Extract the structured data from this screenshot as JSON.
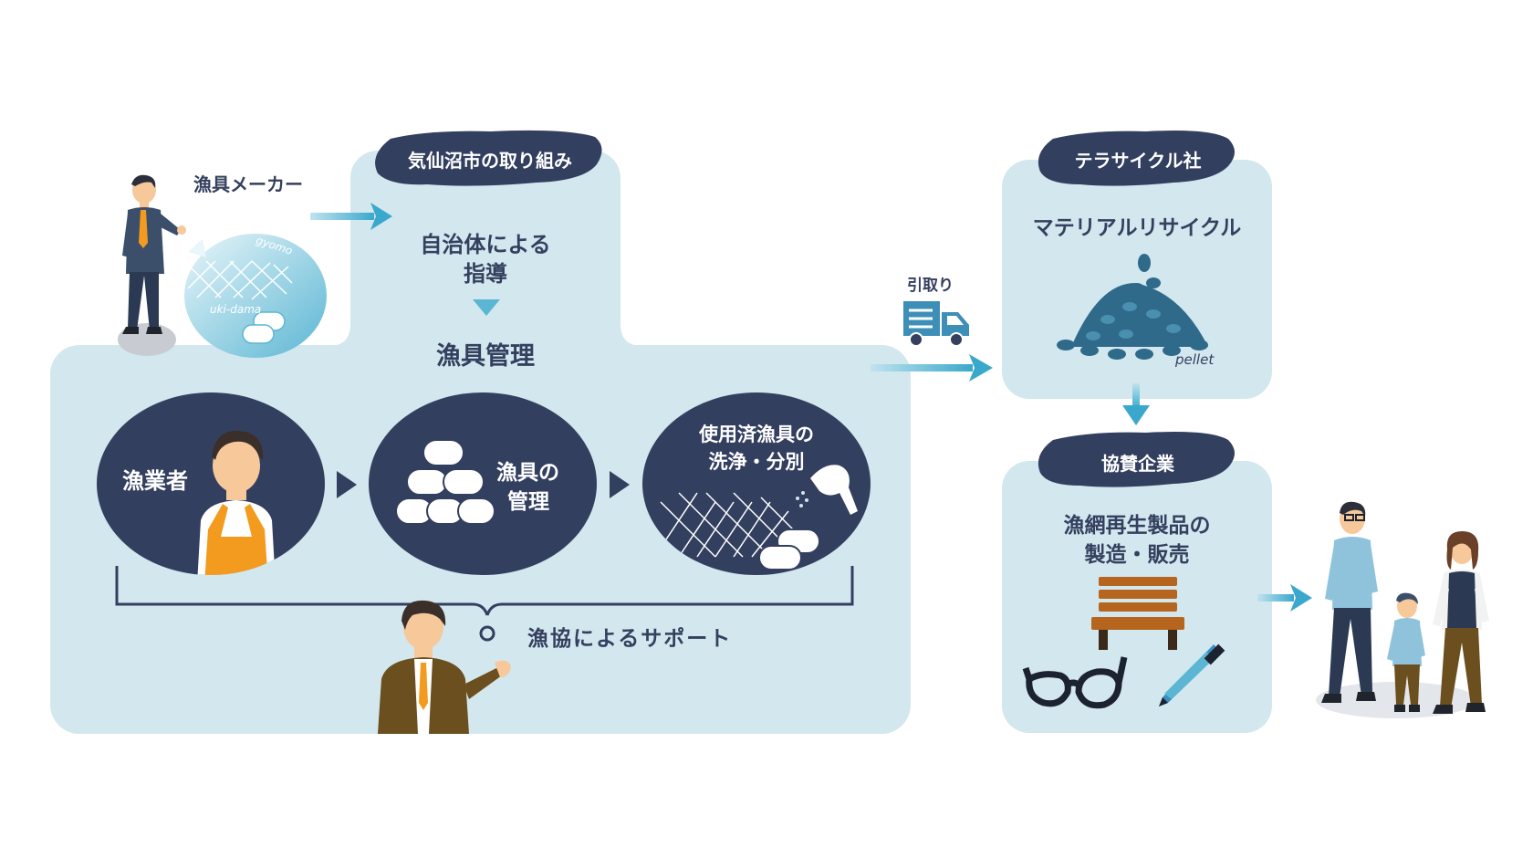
{
  "labels": {
    "maker": "漁具メーカー",
    "city_badge": "気仙沼市の取り組み",
    "guidance_line1": "自治体による",
    "guidance_line2": "指導",
    "gear_mgmt": "漁具管理",
    "fisher": "漁業者",
    "gear_admin_line1": "漁具の",
    "gear_admin_line2": "管理",
    "wash_line1": "使用済漁具の",
    "wash_line2": "洗浄・分別",
    "support": "漁協によるサポート",
    "pickup": "引取り",
    "terracycle": "テラサイクル社",
    "material": "マテリアルリサイクル",
    "pellet": "pellet",
    "sponsor": "協賛企業",
    "products_line1": "漁網再生製品の",
    "products_line2": "製造・販売",
    "bubble_gyomo": "gyomo",
    "bubble_ukidama": "uki-dama"
  },
  "colors": {
    "panel": "#d3e7ef",
    "navy": "#333f5f",
    "text": "#34405e",
    "arrow": "#5bb6d3",
    "orange": "#f29b1e",
    "bench": "#b5651d"
  }
}
